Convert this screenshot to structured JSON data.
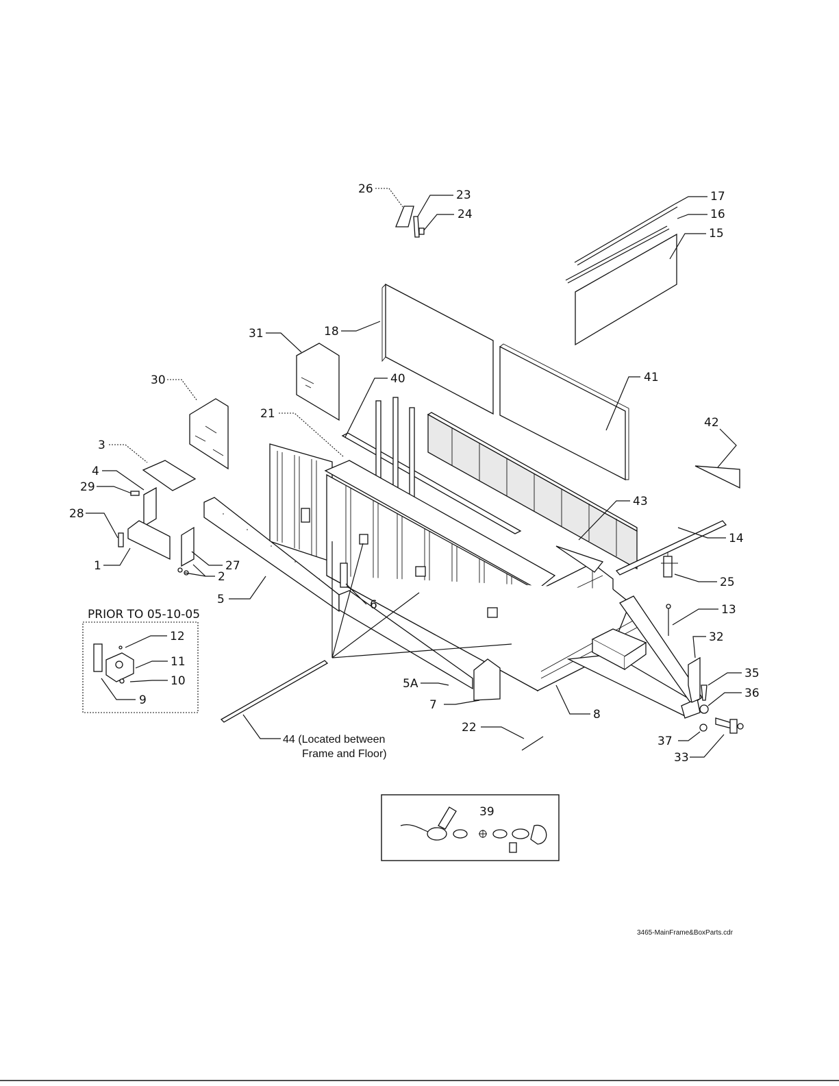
{
  "callouts": [
    {
      "id": "26",
      "text": "26"
    },
    {
      "id": "23",
      "text": "23"
    },
    {
      "id": "24",
      "text": "24"
    },
    {
      "id": "17",
      "text": "17"
    },
    {
      "id": "16",
      "text": "16"
    },
    {
      "id": "15",
      "text": "15"
    },
    {
      "id": "18",
      "text": "18"
    },
    {
      "id": "31",
      "text": "31"
    },
    {
      "id": "30",
      "text": "30"
    },
    {
      "id": "40",
      "text": "40"
    },
    {
      "id": "41",
      "text": "41"
    },
    {
      "id": "21",
      "text": "21"
    },
    {
      "id": "42",
      "text": "42"
    },
    {
      "id": "3",
      "text": "3"
    },
    {
      "id": "4",
      "text": "4"
    },
    {
      "id": "29",
      "text": "29"
    },
    {
      "id": "28",
      "text": "28"
    },
    {
      "id": "43",
      "text": "43"
    },
    {
      "id": "14",
      "text": "14"
    },
    {
      "id": "1",
      "text": "1"
    },
    {
      "id": "2",
      "text": "2"
    },
    {
      "id": "27",
      "text": "27"
    },
    {
      "id": "25",
      "text": "25"
    },
    {
      "id": "5",
      "text": "5"
    },
    {
      "id": "6",
      "text": "6"
    },
    {
      "id": "13",
      "text": "13"
    },
    {
      "id": "32",
      "text": "32"
    },
    {
      "id": "12",
      "text": "12"
    },
    {
      "id": "11",
      "text": "11"
    },
    {
      "id": "10",
      "text": "10"
    },
    {
      "id": "9",
      "text": "9"
    },
    {
      "id": "35",
      "text": "35"
    },
    {
      "id": "36",
      "text": "36"
    },
    {
      "id": "5A",
      "text": "5A"
    },
    {
      "id": "7",
      "text": "7"
    },
    {
      "id": "8",
      "text": "8"
    },
    {
      "id": "22",
      "text": "22"
    },
    {
      "id": "37",
      "text": "37"
    },
    {
      "id": "33",
      "text": "33"
    },
    {
      "id": "39",
      "text": "39"
    }
  ],
  "prior_box_title": "PRIOR TO 05-10-05",
  "note_44_line1": "44 (Located between",
  "note_44_line2": "Frame and Floor)",
  "file_name": "3465-MainFrame&BoxParts.cdr"
}
